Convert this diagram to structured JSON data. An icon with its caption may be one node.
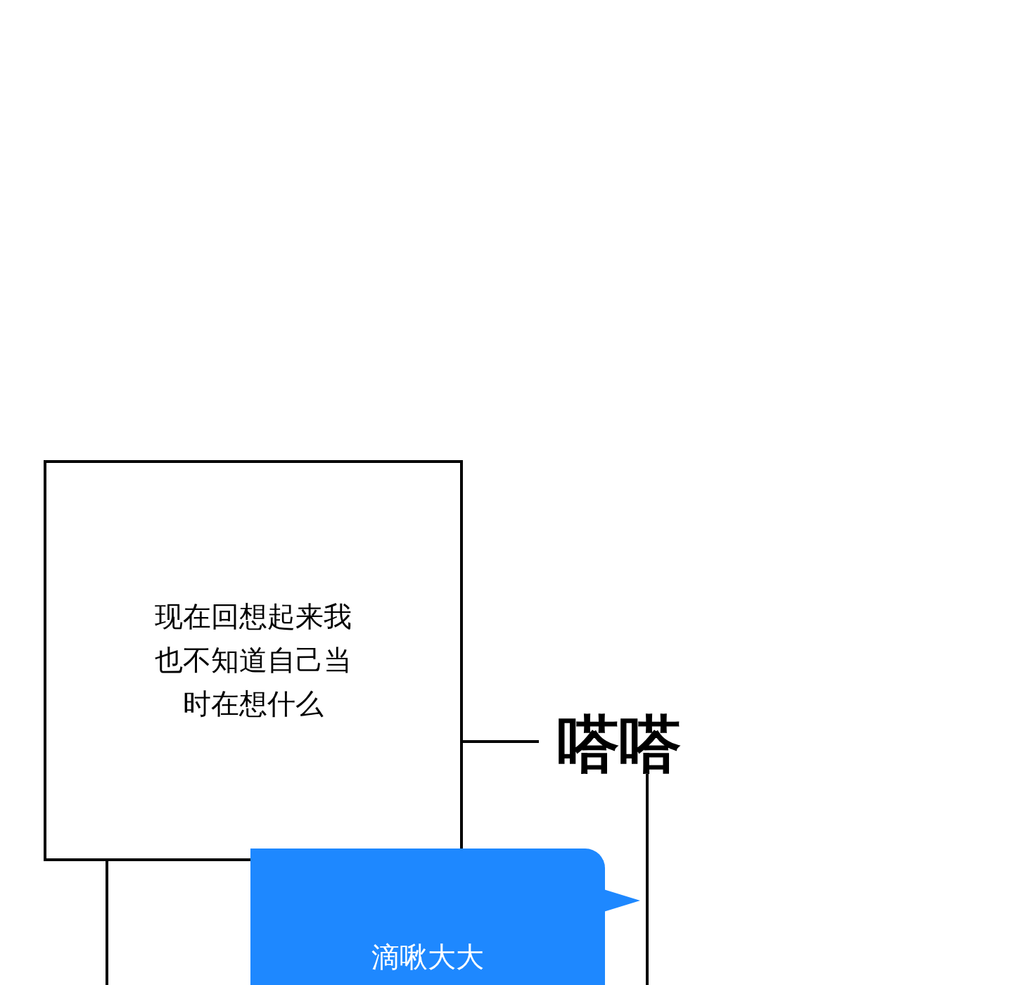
{
  "diagram": {
    "nodes": [
      {
        "text": [
          "现在回想起来我也不知道自己当时在想什么"
        ]
      },
      {
        "text": [
          "嗒嗒"
        ]
      },
      {
        "text": [
          "滴啾大大"
        ]
      }
    ],
    "edges": [
      {
        "from": 0,
        "to": 1,
        "arrow": "none"
      }
    ]
  }
}
